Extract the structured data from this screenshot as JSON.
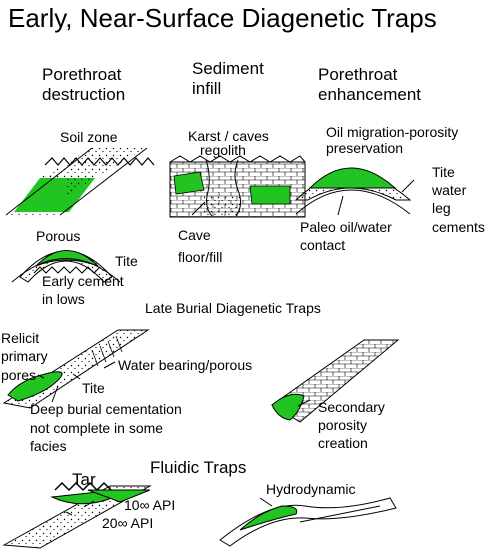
{
  "title": "Early, Near-Surface Diagenetic Traps",
  "colors": {
    "oil": "#22c422",
    "stroke": "#000000",
    "background": "#ffffff"
  },
  "early": {
    "col1": {
      "line1": "Porethroat",
      "line2": "destruction"
    },
    "col2": {
      "line1": "Sediment",
      "line2": "infill"
    },
    "col3": {
      "line1": "Porethroat",
      "line2": "enhancement"
    },
    "soil_zone": "Soil zone",
    "karst": {
      "line1": "Karst / caves",
      "line2": "regolith"
    },
    "cave": {
      "line1": "Cave",
      "line2": "floor/fill"
    },
    "oil_migration": {
      "line1": "Oil migration-porosity",
      "line2": "preservation"
    },
    "tite_water": {
      "line1": "Tite",
      "line2": "water",
      "line3": "leg",
      "line4": "cements"
    },
    "paleo": {
      "line1": "Paleo oil/water",
      "line2": "contact"
    },
    "porous": "Porous",
    "tite": "Tite",
    "early_cement": {
      "line1": "Early cement",
      "line2": "in lows"
    }
  },
  "late": {
    "heading": "Late Burial Diagenetic Traps",
    "relicit": {
      "line1": "Relicit",
      "line2": "primary",
      "line3": "pores"
    },
    "water_bearing": "Water bearing/porous",
    "tite": "Tite",
    "deep_burial": {
      "line1": "Deep burial cementation",
      "line2": "not complete in some",
      "line3": "facies"
    },
    "secondary": {
      "line1": "Secondary",
      "line2": "porosity",
      "line3": "creation"
    }
  },
  "fluidic": {
    "heading": "Fluidic Traps",
    "tar": "Tar",
    "api10": "10∞ API",
    "api20": "20∞ API",
    "hydrodynamic": "Hydrodynamic"
  }
}
